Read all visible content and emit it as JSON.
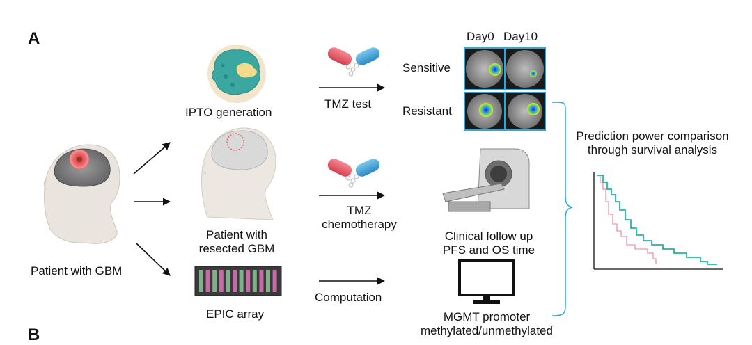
{
  "panel_a": "A",
  "panel_b": "B",
  "patient_label": "Patient with GBM",
  "ipto_label": "IPTO generation",
  "resected_label": "Patient with\nresected GBM",
  "epic_label": "EPIC array",
  "tmz_test_label": "TMZ test",
  "tmz_chemo_label": "TMZ\nchemotherapy",
  "computation_label": "Computation",
  "day0_label": "Day0",
  "day10_label": "Day10",
  "sensitive_label": "Sensitive",
  "resistant_label": "Resistant",
  "clinical_label": "Clinical follow up\nPFS and OS time",
  "mgmt_label": "MGMT promoter\nmethylated/unmethylated",
  "prediction_label": "Prediction power comparison\nthrough survival analysis",
  "colors": {
    "accent_blue": "#29a9e0",
    "teal": "#1fb8a6",
    "pink": "#f4a6b7",
    "tumor": "#e8656a",
    "organoid": "#3aa8a0",
    "capsule_red": "#e85a6a",
    "capsule_blue": "#39a3d8"
  }
}
